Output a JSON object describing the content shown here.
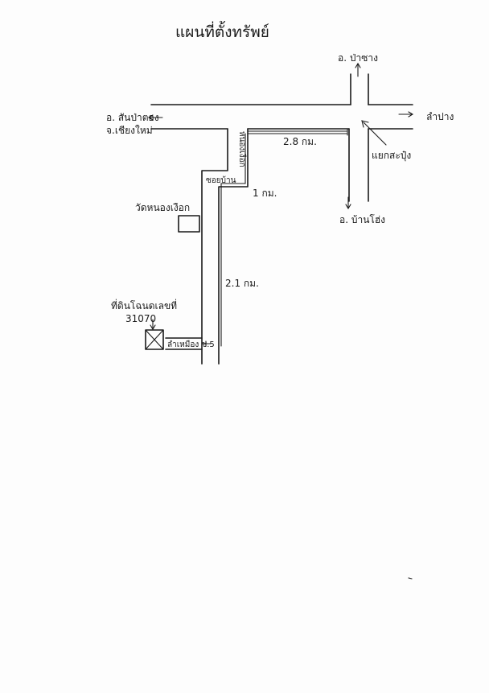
{
  "title": "แผนที่ตั้งทรัพย์",
  "labels": {
    "north_destination": "อ. ป่าซาง",
    "west_destination_line1": "อ. สันป่าตอง",
    "west_destination_line2": "จ.เชียงใหม่",
    "east_destination": "ลำปาง",
    "south_destination": "อ. บ้านโฮ่ง",
    "intersection": "แยกสะปุ๋ง",
    "temple": "วัดหนองเงือก",
    "alley_main": "ซอยบ้าน",
    "alley_side": "หนองเงือก",
    "branch": "ลำเหมือง ซ.5",
    "parcel_line1": "ที่ดินโฉนดเลขที่",
    "parcel_line2": "31070"
  },
  "distances": {
    "east_segment": "2.8 กม.",
    "mid_segment": "1 กม.",
    "south_segment": "2.1 กม."
  },
  "colors": {
    "ink": "#1a1a1a",
    "paper": "#fdfdfd"
  }
}
